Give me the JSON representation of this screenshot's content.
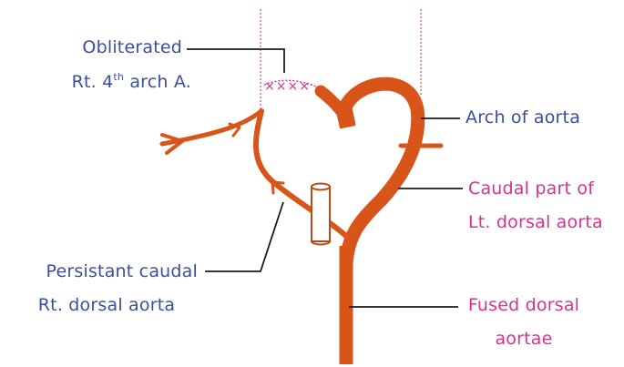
{
  "colors": {
    "vessel": "#d95418",
    "leader": "#1c1c1c",
    "label_blue": "#3a4f9a",
    "label_pink": "#d6338f",
    "ligature": "#d6338f",
    "outline": "#b84a1a"
  },
  "labels": {
    "obliterated": {
      "line1": "Obliterated",
      "line2_pre": "Rt. 4",
      "line2_sup": "th",
      "line2_post": " arch A."
    },
    "arch_of_aorta": "Arch of aorta",
    "caudal_part": {
      "line1": "Caudal part of",
      "line2": "Lt. dorsal aorta"
    },
    "persistant": {
      "line1": "Persistant caudal",
      "line2": "Rt. dorsal aorta"
    },
    "fused": {
      "line1": "Fused dorsal",
      "line2": "aortae"
    },
    "ligature_marks": "××××"
  }
}
